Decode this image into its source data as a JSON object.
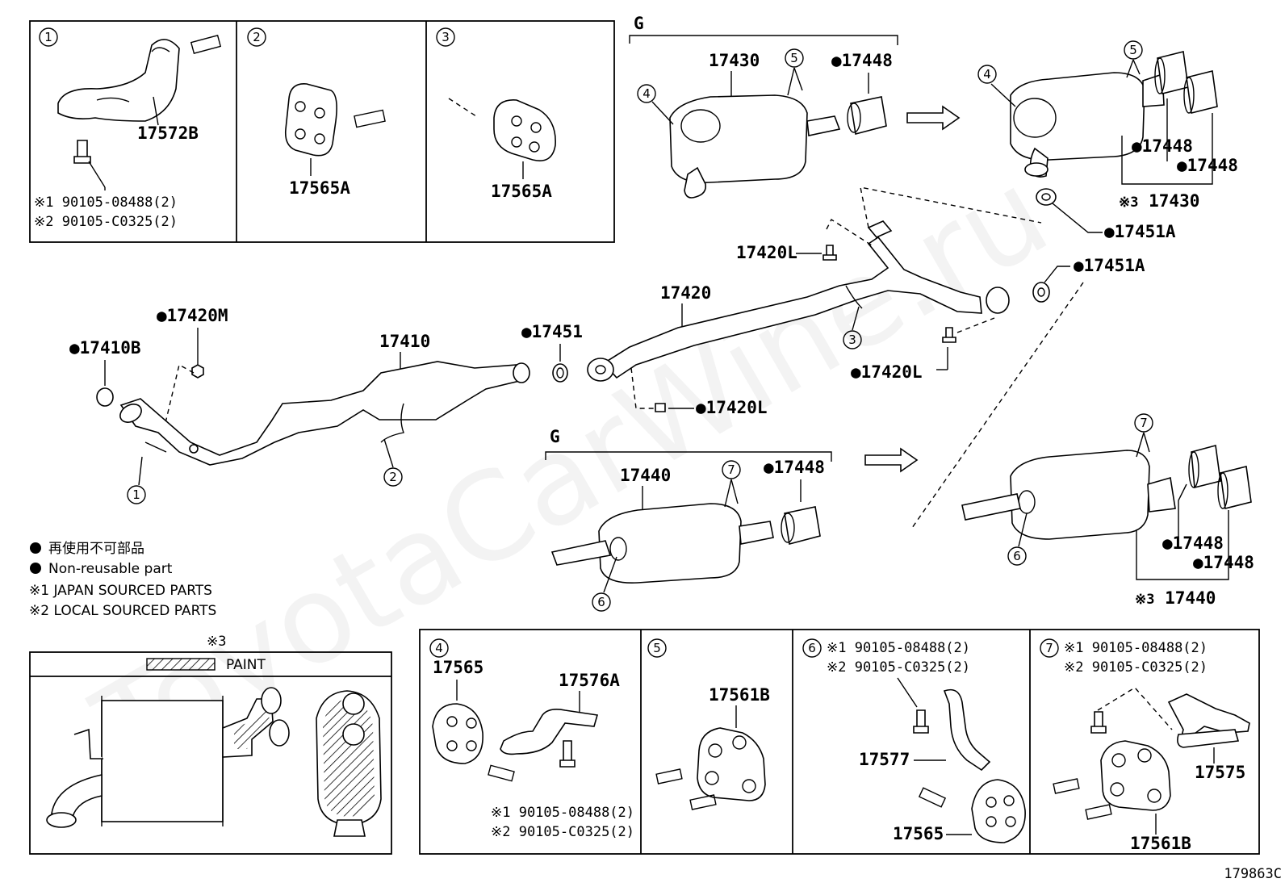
{
  "watermark": "ToyotaCarWine.ru",
  "figure_id": "179863C",
  "group_marker": "G",
  "bullet": "●",
  "ref_mark_3": "※3",
  "top_boxes": {
    "box1": {
      "index": "1",
      "part": "17572B",
      "note1": "※1 90105-08488(2)",
      "note2": "※2 90105-C0325(2)"
    },
    "box2": {
      "index": "2",
      "part": "17565A"
    },
    "box3": {
      "index": "3",
      "part": "17565A"
    }
  },
  "front_pipe": {
    "main": "17410",
    "gasket": "17410B",
    "nut": "17420M",
    "ring": "17451",
    "callout1": "1",
    "callout2": "2"
  },
  "center_pipe": {
    "main": "17420",
    "bolt_top": "17420L",
    "bolt_right": "17420L",
    "bolt_bottom": "17420L",
    "gasket_top": "17451A",
    "gasket_right": "17451A",
    "callout3": "3"
  },
  "muffler_right": {
    "main": "17430",
    "tip": "17448",
    "callout4": "4",
    "callout5": "5",
    "result_tip1": "17448",
    "result_tip2": "17448",
    "result_main": "17430",
    "result_callout4": "4",
    "result_callout5": "5"
  },
  "muffler_left": {
    "main": "17440",
    "tip": "17448",
    "callout6": "6",
    "callout7": "7",
    "result_tip1": "17448",
    "result_tip2": "17448",
    "result_main": "17440",
    "result_callout6": "6",
    "result_callout7": "7"
  },
  "legend": {
    "jp": "再使用不可部品",
    "en": "Non-reusable part",
    "note1": "※1 JAPAN SOURCED PARTS",
    "note2": "※2 LOCAL SOURCED PARTS"
  },
  "paint_box": {
    "title": "※3",
    "label": "PAINT"
  },
  "bottom_boxes": {
    "box4": {
      "index": "4",
      "part_a": "17565",
      "part_b": "17576A",
      "note1": "※1 90105-08488(2)",
      "note2": "※2 90105-C0325(2)"
    },
    "box5": {
      "index": "5",
      "part": "17561B"
    },
    "box6": {
      "index": "6",
      "note1": "※1 90105-08488(2)",
      "note2": "※2 90105-C0325(2)",
      "part_a": "17577",
      "part_b": "17565"
    },
    "box7": {
      "index": "7",
      "note1": "※1 90105-08488(2)",
      "note2": "※2 90105-C0325(2)",
      "part_a": "17575",
      "part_b": "17561B"
    }
  }
}
